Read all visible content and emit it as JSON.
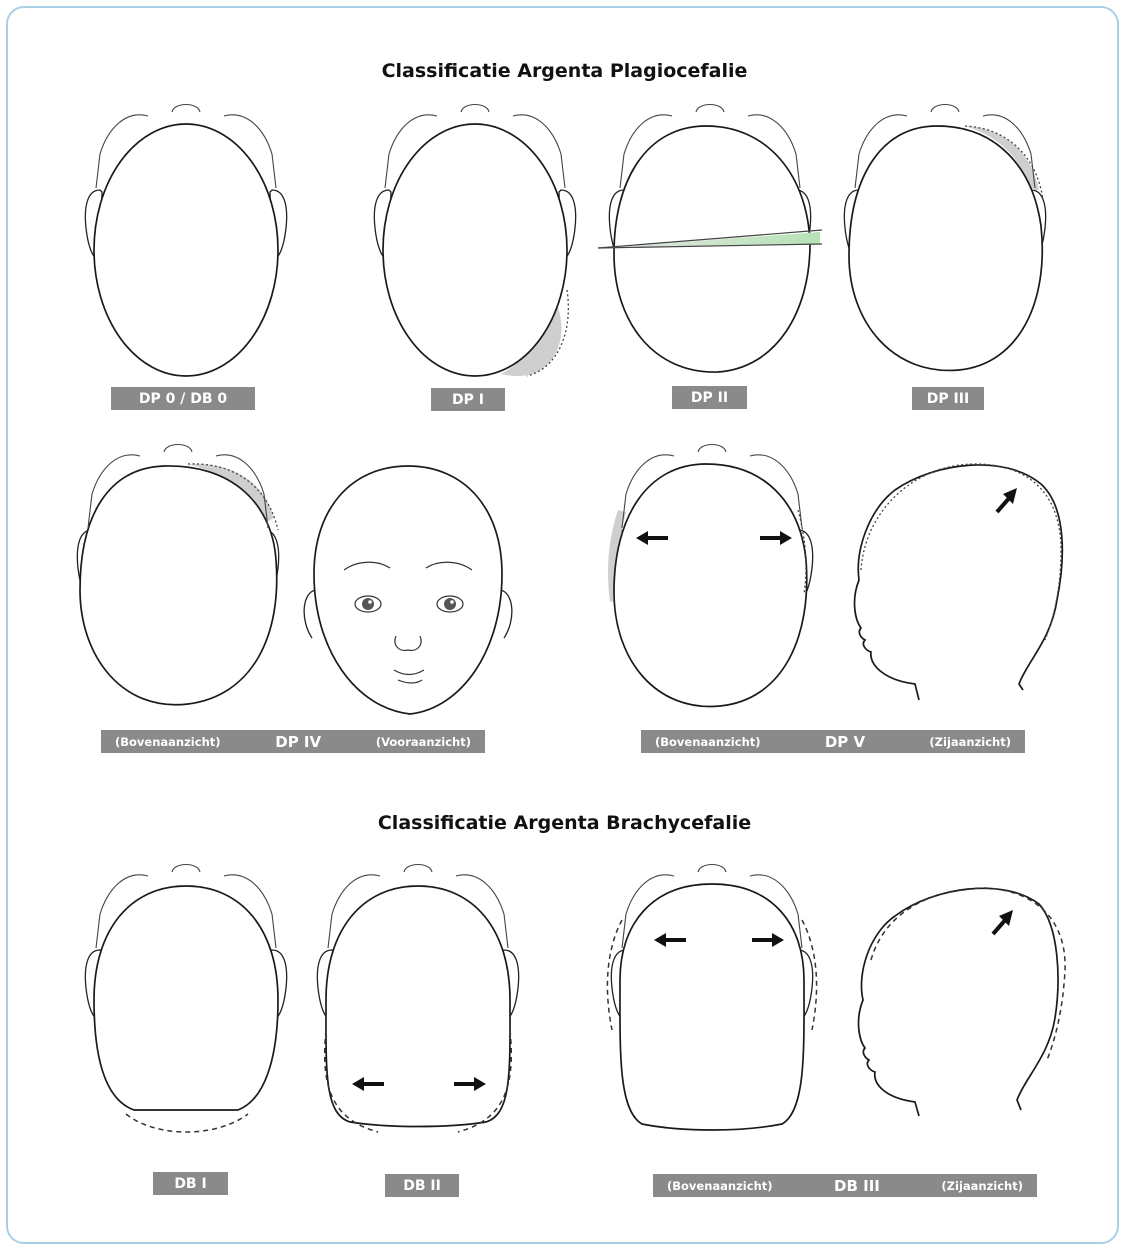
{
  "titles": {
    "plagiocephaly": "Classificatie Argenta Plagiocefalie",
    "brachycephaly": "Classificatie Argenta Brachycefalie"
  },
  "labels": {
    "dp0_db0": "DP 0 / DB 0",
    "dp1": "DP I",
    "dp2": "DP II",
    "dp3": "DP III",
    "dp4": {
      "left": "(Bovenaanzicht)",
      "main": "DP IV",
      "right": "(Vooraanzicht)"
    },
    "dp5": {
      "left": "(Bovenaanzicht)",
      "main": "DP V",
      "right": "(Zijaanzicht)"
    },
    "db1": "DB I",
    "db2": "DB II",
    "db3": {
      "left": "(Bovenaanzicht)",
      "main": "DB III",
      "right": "(Zijaanzicht)"
    }
  },
  "colors": {
    "frame_border": "#a9cfe8",
    "label_background": "#8a8a8a",
    "label_text": "#ffffff",
    "shading": "#cfcfcf",
    "angle_shading": "#b6e3b6"
  }
}
